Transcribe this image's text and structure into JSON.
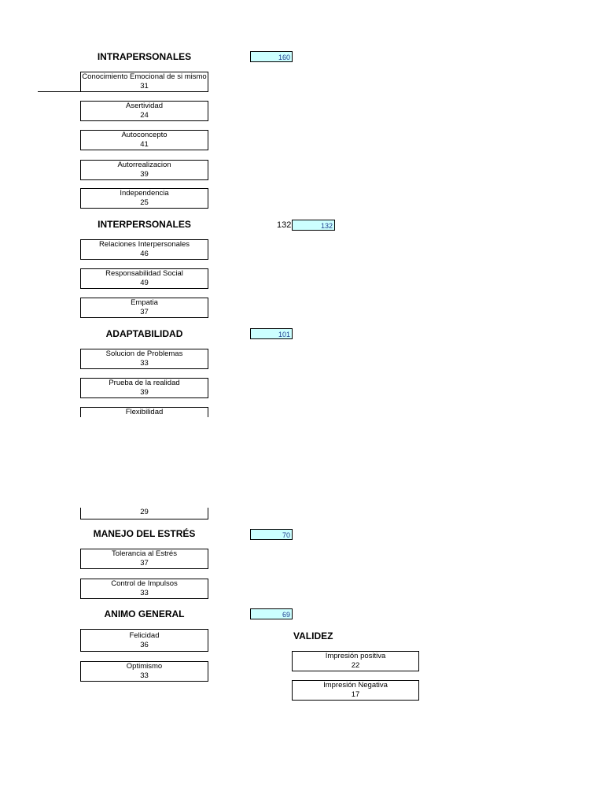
{
  "intrapersonales": {
    "title": "INTRAPERSONALES",
    "total": "160",
    "items": [
      {
        "label": "Conocimiento Emocional de si mismo",
        "value": "31"
      },
      {
        "label": "Asertividad",
        "value": "24"
      },
      {
        "label": "Autoconcepto",
        "value": "41"
      },
      {
        "label": "Autorrealizacion",
        "value": "39"
      },
      {
        "label": "Independencia",
        "value": "25"
      }
    ]
  },
  "interpersonales": {
    "title": "INTERPERSONALES",
    "side_value": "132",
    "total": "132",
    "items": [
      {
        "label": "Relaciones Interpersonales",
        "value": "46"
      },
      {
        "label": "Responsabilidad Social",
        "value": "49"
      },
      {
        "label": "Empatia",
        "value": "37"
      }
    ]
  },
  "adaptabilidad": {
    "title": "ADAPTABILIDAD",
    "total": "101",
    "items": [
      {
        "label": "Solucion de Problemas",
        "value": "33"
      },
      {
        "label": "Prueba de la realidad",
        "value": "39"
      },
      {
        "label": "Flexibilidad",
        "value": "29"
      }
    ]
  },
  "manejo_estres": {
    "title": "MANEJO DEL ESTRÉS",
    "total": "70",
    "items": [
      {
        "label": "Tolerancia al Estrés",
        "value": "37"
      },
      {
        "label": "Control de Impulsos",
        "value": "33"
      }
    ]
  },
  "animo_general": {
    "title": "ANIMO GENERAL",
    "total": "69",
    "items": [
      {
        "label": "Felicidad",
        "value": "36"
      },
      {
        "label": "Optimismo",
        "value": "33"
      }
    ]
  },
  "validez": {
    "title": "VALIDEZ",
    "items": [
      {
        "label": "Impresión positiva",
        "value": "22"
      },
      {
        "label": "Impresión Negativa",
        "value": "17"
      }
    ]
  }
}
